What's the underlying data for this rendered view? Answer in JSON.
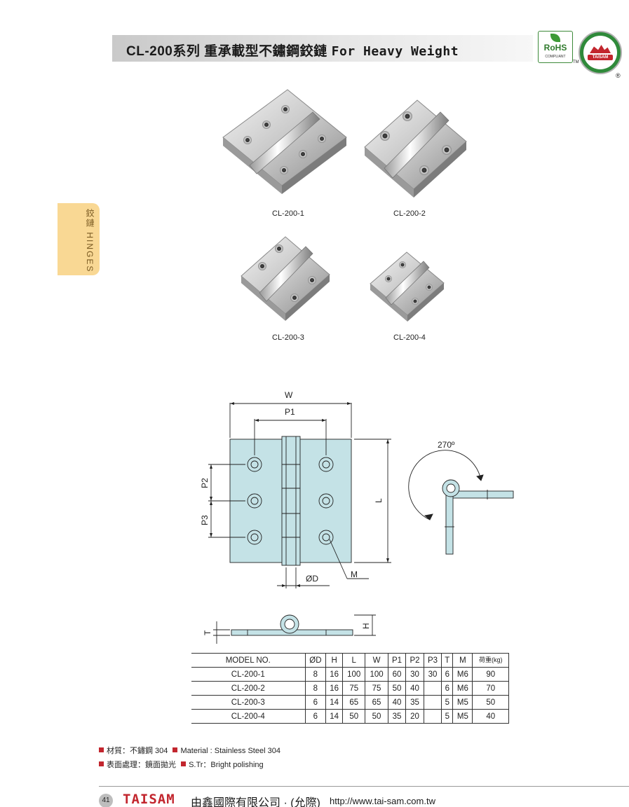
{
  "header": {
    "title": "CL-200系列 重承載型不鏽鋼鉸鏈",
    "title_en": "For Heavy Weight"
  },
  "badges": {
    "rohs": "RoHS",
    "rohs_sub": "COMPLIANT",
    "tm": "TM",
    "brand": "TAISAM",
    "registered": "®"
  },
  "side_tab": {
    "label": "鉸鏈 HINGES"
  },
  "products": [
    {
      "code": "CL-200-1"
    },
    {
      "code": "CL-200-2"
    },
    {
      "code": "CL-200-3"
    },
    {
      "code": "CL-200-4"
    }
  ],
  "drawing": {
    "w": "W",
    "p1": "P1",
    "p2": "P2",
    "p3": "P3",
    "l": "L",
    "od": "ØD",
    "m": "M",
    "angle": "270º",
    "t": "T",
    "h": "H"
  },
  "table": {
    "headers": [
      "MODEL NO.",
      "ØD",
      "H",
      "L",
      "W",
      "P1",
      "P2",
      "P3",
      "T",
      "M",
      "荷重(kg)"
    ],
    "rows": [
      [
        "CL-200-1",
        "8",
        "16",
        "100",
        "100",
        "60",
        "30",
        "30",
        "6",
        "M6",
        "90"
      ],
      [
        "CL-200-2",
        "8",
        "16",
        "75",
        "75",
        "50",
        "40",
        "",
        "6",
        "M6",
        "70"
      ],
      [
        "CL-200-3",
        "6",
        "14",
        "65",
        "65",
        "40",
        "35",
        "",
        "5",
        "M5",
        "50"
      ],
      [
        "CL-200-4",
        "6",
        "14",
        "50",
        "50",
        "35",
        "20",
        "",
        "5",
        "M5",
        "40"
      ]
    ]
  },
  "notes": [
    {
      "zh": "材質：不鏽鋼 304",
      "en": "Material : Stainless Steel 304"
    },
    {
      "zh": "表面處理：鏡面拋光",
      "en": "S.Tr：Bright polishing"
    }
  ],
  "footer": {
    "page": "41",
    "brand": "TAISAM",
    "company": "由鑫國際有限公司 · (允際)",
    "url": "http://www.tai-sam.com.tw"
  },
  "colors": {
    "accent_red": "#c2262e",
    "rohs_green": "#3d8a3a",
    "tab_bg": "#f9d894",
    "plate_fill": "#c4e2e6"
  }
}
